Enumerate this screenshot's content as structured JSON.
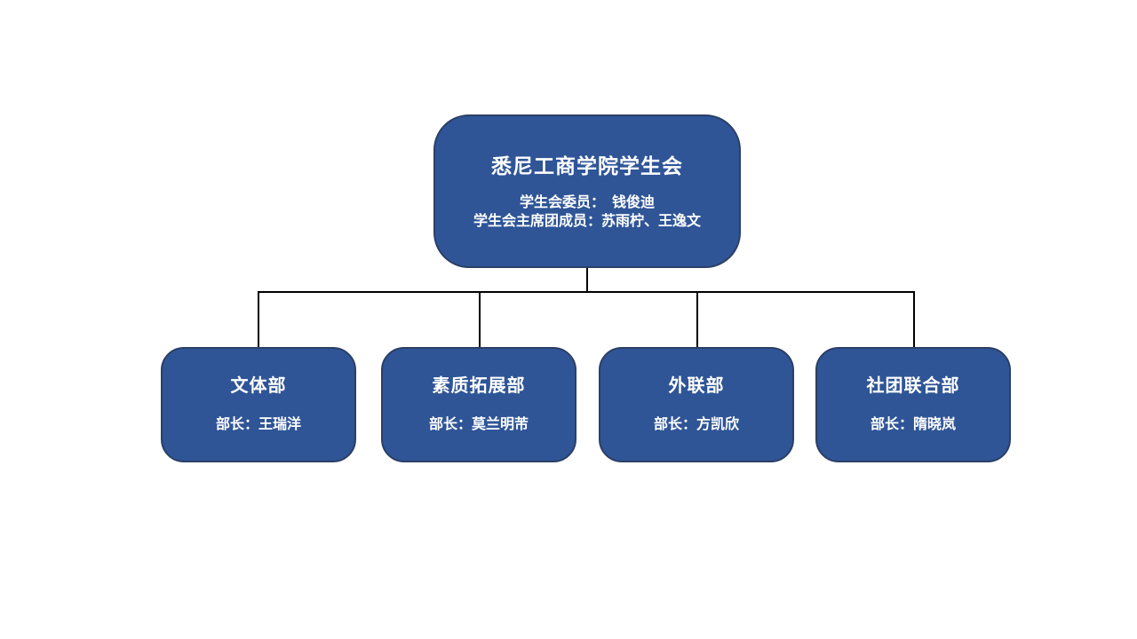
{
  "slide": {
    "background": "#ffffff"
  },
  "colors": {
    "node_fill": "#2F5597",
    "node_border": "#2b3f66",
    "node_text": "#ffffff",
    "connector": "#000000"
  },
  "org_chart": {
    "root": {
      "title": "悉尼工商学院学生会",
      "members_lines": [
        "学生会委员：　钱俊迪",
        "学生会主席团成员：苏雨柠、王逸文"
      ]
    },
    "departments": [
      {
        "title": "文体部",
        "leader": "部长：王瑞洋"
      },
      {
        "title": "素质拓展部",
        "leader": "部长：莫兰明芾"
      },
      {
        "title": "外联部",
        "leader": "部长：方凯欣"
      },
      {
        "title": "社团联合部",
        "leader": "部长：隋晓岚"
      }
    ]
  }
}
